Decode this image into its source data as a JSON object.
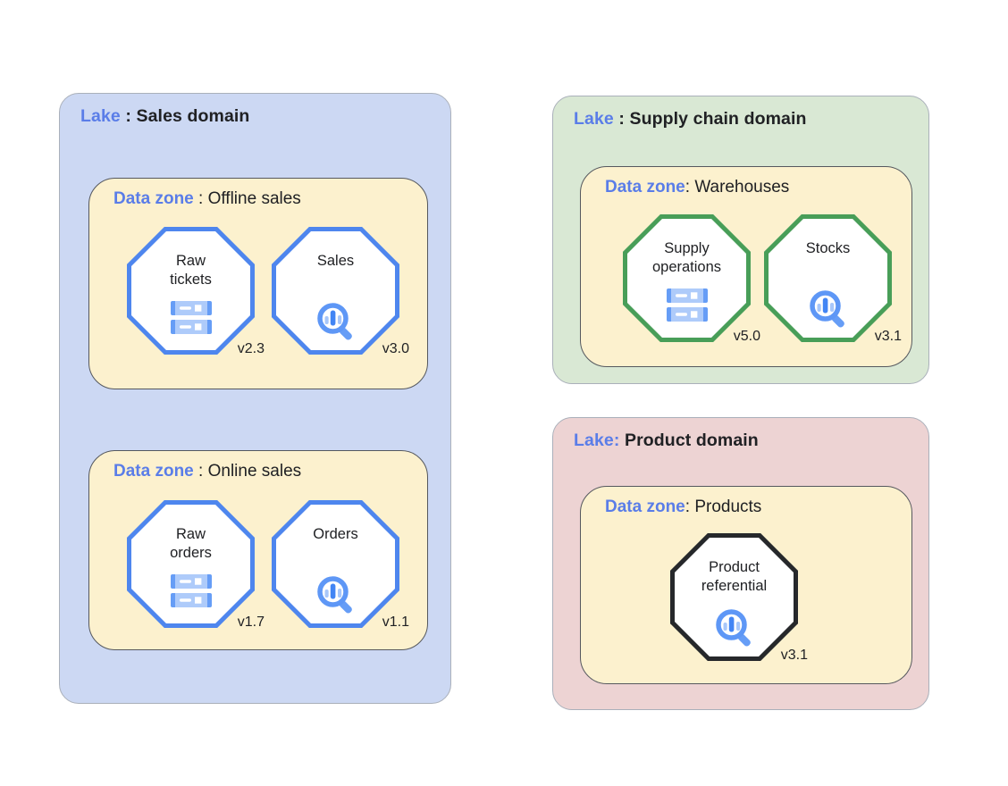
{
  "colors": {
    "lake_sales_bg": "#ccd8f3",
    "lake_supply_bg": "#d9e8d4",
    "lake_product_bg": "#edd3d3",
    "zone_bg": "#fcf1ce",
    "accent_blue_text": "#5a7de8",
    "dark_text": "#202124",
    "octagon_blue_border": "#4e86ee",
    "octagon_green_border": "#489e58",
    "octagon_black_border": "#26282b",
    "icon_medium_blue": "#669df6",
    "icon_light_blue": "#aecbfa",
    "icon_dark_blue": "#4285f4"
  },
  "lakes": [
    {
      "prefix": "Lake",
      "sep": " : ",
      "name": "Sales domain",
      "zones": [
        {
          "prefix": "Data zone",
          "sep": " : ",
          "name": "Offline sales",
          "nodes": [
            {
              "label": "Raw tickets",
              "version": "v2.3",
              "icon": "storage-servers",
              "border": "blue"
            },
            {
              "label": "Sales",
              "version": "v3.0",
              "icon": "search-analytics",
              "border": "blue"
            }
          ]
        },
        {
          "prefix": "Data zone",
          "sep": " : ",
          "name": "Online sales",
          "nodes": [
            {
              "label": "Raw orders",
              "version": "v1.7",
              "icon": "storage-servers",
              "border": "blue"
            },
            {
              "label": "Orders",
              "version": "v1.1",
              "icon": "search-analytics",
              "border": "blue"
            }
          ]
        }
      ]
    },
    {
      "prefix": "Lake",
      "sep": " : ",
      "name": "Supply chain domain",
      "zones": [
        {
          "prefix": "Data zone",
          "sep": ": ",
          "name": "Warehouses",
          "nodes": [
            {
              "label": "Supply operations",
              "version": "v5.0",
              "icon": "storage-servers",
              "border": "green"
            },
            {
              "label": "Stocks",
              "version": "v3.1",
              "icon": "search-analytics",
              "border": "green"
            }
          ]
        }
      ]
    },
    {
      "prefix": "Lake:",
      "sep": " ",
      "name": "Product domain",
      "zones": [
        {
          "prefix": "Data zone",
          "sep": ": ",
          "name": "Products",
          "nodes": [
            {
              "label": "Product referential",
              "version": "v3.1",
              "icon": "search-analytics",
              "border": "black"
            }
          ]
        }
      ]
    }
  ]
}
